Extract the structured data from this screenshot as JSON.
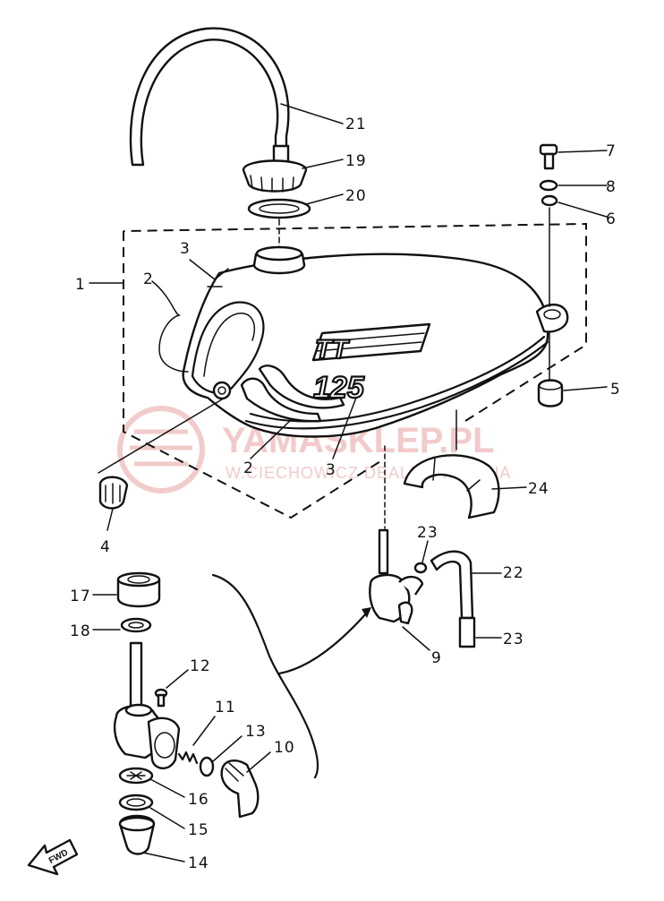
{
  "watermark": {
    "brand_text": "YAMASKLEP.PL",
    "sub_text": "W.CIECHOWICZ DEALER YAMAHA",
    "color": "#e8a0a0"
  },
  "decal": {
    "model_top": "TT",
    "model_num": "125"
  },
  "fwd_arrow": {
    "text": "FWD",
    "icon": "forward-arrow-icon"
  },
  "callouts": [
    "1",
    "2",
    "2",
    "3",
    "3",
    "4",
    "5",
    "6",
    "7",
    "8",
    "9",
    "10",
    "11",
    "12",
    "13",
    "14",
    "15",
    "16",
    "17",
    "18",
    "19",
    "20",
    "21",
    "22",
    "23",
    "23",
    "24"
  ]
}
